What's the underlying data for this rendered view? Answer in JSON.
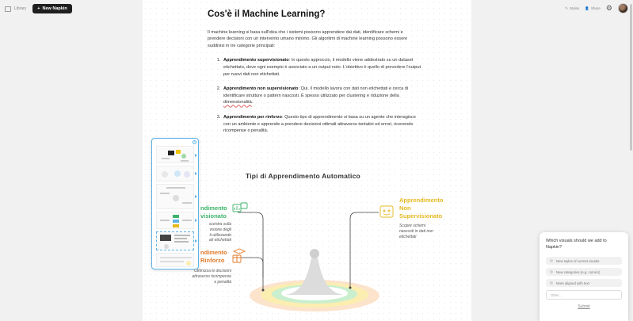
{
  "topbar": {
    "library_label": "Library",
    "new_button_label": "New Napkin",
    "styles_label": "Styles",
    "share_label": "Share"
  },
  "doc": {
    "title": "Cos'è il Machine Learning?",
    "intro": "Il machine learning si basa sull'idea che i sistemi possono apprendere dai dati, identificare schemi e prendere decisioni con un intervento umano minimo. Gli algoritmi di machine learning possono essere suddivisi in tre categorie principali:",
    "items": [
      {
        "term": "Apprendimento supervisionato",
        "text": ": In questo approccio, il modello viene addestrato su un dataset etichettato, dove ogni esempio è associato a un output noto. L'obiettivo è quello di prevedere l'output per nuovi dati non etichettati."
      },
      {
        "term": "Apprendimento non supervisionato",
        "text_before": ": Qui, il modello lavora con dati non etichettati e cerca di identificare strutture o pattern nascosti. È spesso utilizzato per clustering e riduzione della ",
        "squiggle": "dimensionalità",
        "text_after": "."
      },
      {
        "term": "Apprendimento per rinforzo",
        "text": ": Questo tipo di apprendimento si basa su un agente che interagisce con un ambiente e apprende a prendere decisioni ottimali attraverso tentativi ed errori, ricevendo ricompense o penalità."
      }
    ]
  },
  "infographic": {
    "title": "Tipi di Apprendimento Automatico",
    "supervised_label_1": "ndimento",
    "supervised_label_2": "visionato",
    "supervised_sub": [
      "scentra sulla",
      "visione degli",
      "ti utilizzando",
      "ati etichettati"
    ],
    "reinforce_label_1": "ndimento",
    "reinforce_label_2": "Rinforzo",
    "reinforce_sub": [
      "Ottimizza le decisioni",
      "attraverso ricompense",
      "e penalità"
    ],
    "unsupervised_label": [
      "Apprendimento",
      "Non",
      "Supervisionato"
    ],
    "unsupervised_sub": [
      "Scopre schemi",
      "nascosti in dati non",
      "etichettati"
    ],
    "colors": {
      "green": "#3cb26a",
      "orange": "#e07a2a",
      "yellow": "#e6b820"
    }
  },
  "feedback": {
    "question": "Which visuals should we add to Napkin?",
    "options": [
      "New styles of current visuals",
      "New categories (e.g. comics)",
      "More aligned with text"
    ],
    "other_placeholder": "Other...",
    "submit_label": "Submit"
  }
}
